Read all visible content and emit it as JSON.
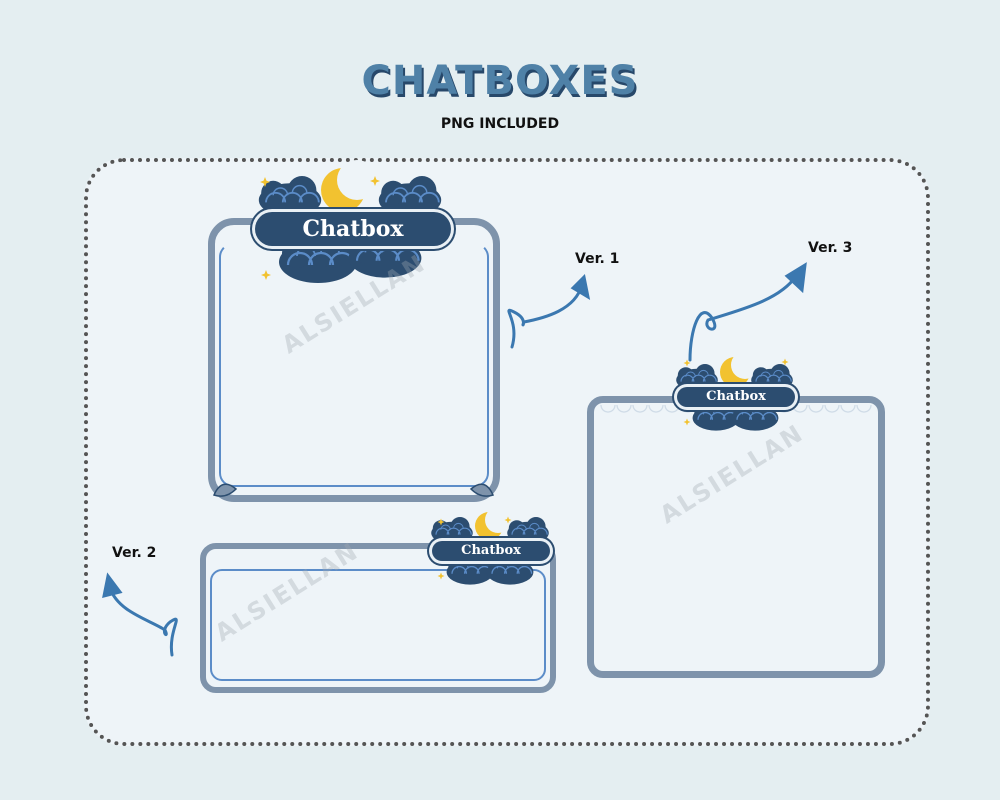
{
  "title": "CHATBOXES",
  "subtitle": "PNG INCLUDED",
  "versions": [
    {
      "label": "Ver. 1",
      "badge": "Chatbox"
    },
    {
      "label": "Ver. 2",
      "badge": "Chatbox"
    },
    {
      "label": "Ver. 3",
      "badge": "Chatbox"
    }
  ],
  "watermark": "ALSIELLAN",
  "colors": {
    "background": "#e4eef1",
    "title": "#4f81a7",
    "frame": "#7e93ab",
    "badge": "#2c4d70",
    "moon": "#f2c230",
    "arrow": "#3b78b0"
  },
  "icons": [
    "moon-icon",
    "star-icon",
    "cloud-icon",
    "arrow-icon"
  ]
}
